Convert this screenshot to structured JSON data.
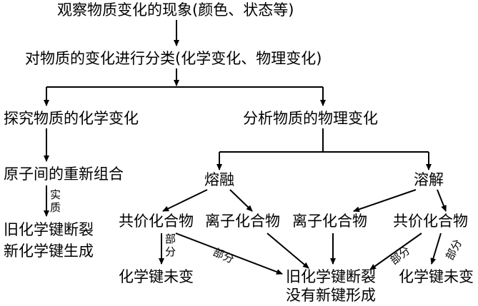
{
  "nodes": {
    "observe": "观察物质变化的现象(颜色、状态等)",
    "classify": "对物质的变化进行分类(化学变化、物理变化)",
    "explore_chemical": "探究物质的化学变化",
    "analyze_physical": "分析物质的物理变化",
    "atom_regroup": "原子间的重新组合",
    "essence_line1": "旧化学键断裂",
    "essence_line2": "新化学键生成",
    "melting": "熔融",
    "dissolving": "溶解",
    "covalent_left": "共价化合物",
    "ionic_left": "离子化合物",
    "ionic_right": "离子化合物",
    "covalent_right": "共价化合物",
    "bond_unchanged_left": "化学键未变",
    "bond_broken_line1": "旧化学键断裂",
    "bond_broken_line2": "没有新键形成",
    "bond_unchanged_right": "化学键未变"
  },
  "edge_labels": {
    "essence_top": "实",
    "essence_bottom": "质",
    "part_top": "部",
    "part_bottom": "分",
    "part": "部分"
  }
}
